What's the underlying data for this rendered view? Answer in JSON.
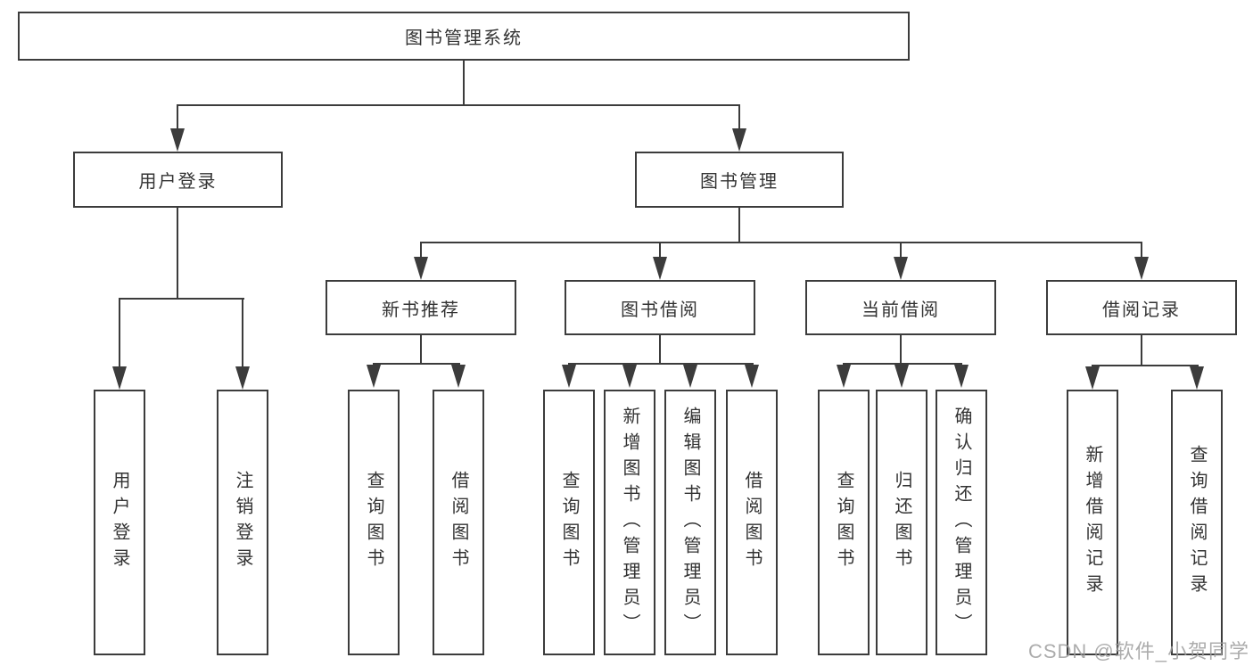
{
  "diagram": {
    "root": {
      "label": "图书管理系统"
    },
    "level2": [
      {
        "label": "用户登录"
      },
      {
        "label": "图书管理"
      }
    ],
    "level3": [
      {
        "label": "新书推荐"
      },
      {
        "label": "图书借阅"
      },
      {
        "label": "当前借阅"
      },
      {
        "label": "借阅记录"
      }
    ],
    "leaves": {
      "user_login": [
        "用户登录",
        "注销登录"
      ],
      "new_book_recommend": [
        "查询图书",
        "借阅图书"
      ],
      "book_borrow": [
        "查询图书",
        "新增图书（管理员）",
        "编辑图书（管理员）",
        "借阅图书"
      ],
      "current_borrow": [
        "查询图书",
        "归还图书",
        "确认归还（管理员）"
      ],
      "borrow_records": [
        "新增借阅记录",
        "查询借阅记录"
      ]
    }
  },
  "watermark": {
    "text": "CSDN @软件_小贺同学"
  },
  "colors": {
    "line": "#3c3c3c",
    "text": "#333333",
    "box_background": "#ffffff",
    "watermark": "#9e9e9e"
  }
}
